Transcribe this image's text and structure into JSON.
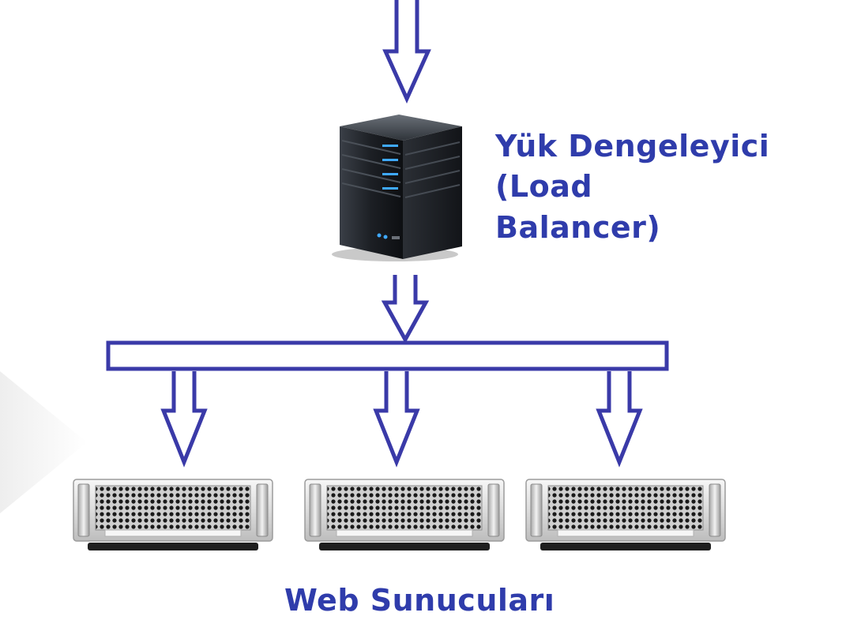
{
  "diagram": {
    "load_balancer_label_line1": "Yük Dengeleyici (Load",
    "load_balancer_label_line2": "Balancer)",
    "web_servers_label": "Web Sunucuları"
  },
  "colors": {
    "arrow_stroke": "#3a3aa8",
    "label_text": "#2f3cab",
    "tower_body": "#1e2126",
    "tower_led": "#3fa9ff",
    "rack_face": "#e4e4e4"
  },
  "icons": {
    "load_balancer": "server-tower-icon",
    "web_server": "rack-server-icon"
  }
}
